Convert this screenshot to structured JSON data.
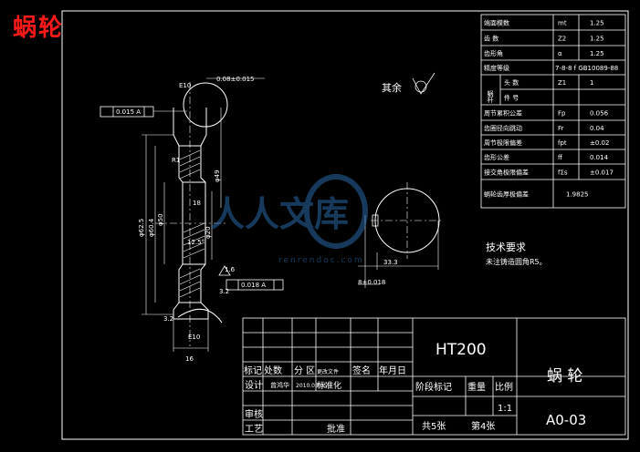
{
  "corner_title": "蜗轮",
  "params": [
    {
      "name": "端面模数",
      "sym": "mt",
      "val": "1.25"
    },
    {
      "name": "齿  数",
      "sym": "Z2",
      "val": "1.25"
    },
    {
      "name": "齿形角",
      "sym": "α",
      "val": "1.25"
    },
    {
      "name": "精度等级",
      "sym": "",
      "val": "7-8-8 f GB10089-88"
    },
    {
      "name": "头  数",
      "sym": "Z1",
      "val": "1",
      "group": "蜗杆"
    },
    {
      "name": "件  号",
      "sym": "",
      "val": ""
    },
    {
      "name": "周节累积公差",
      "sym": "Fp",
      "val": "0.056"
    },
    {
      "name": "齿圈径向跳动",
      "sym": "Fr",
      "val": "0.04"
    },
    {
      "name": "周节极限偏差",
      "sym": "fpt",
      "val": "±0.02"
    },
    {
      "name": "齿形公差",
      "sym": "ff",
      "val": "0.014"
    },
    {
      "name": "接交角极限偏差",
      "sym": "fΣs",
      "val": "±0.017"
    },
    {
      "name": "蜗轮齿厚极偏差",
      "sym": "",
      "val": "1.9825"
    }
  ],
  "worm_group_label": "蜗杆",
  "roughness_note": "其余",
  "tech": {
    "title": "技术要求",
    "line1": "未注铸造圆角R5。"
  },
  "material": "HT200",
  "part_name": "蜗  轮",
  "drawing_no": "A0-03",
  "scale_label": "比例",
  "scale": "1:1",
  "stage_label": "阶段标记",
  "weight_label": "重量",
  "sheets_total": "共5张",
  "sheet_no": "第4张",
  "tb_rows": {
    "r1": [
      "标记",
      "处数",
      "分 区",
      "更改文件",
      "签名",
      "年月日"
    ],
    "design": "设计",
    "designer": "曾鸿华",
    "date": "2010.03.05",
    "standardize": "标准化",
    "review": "审核",
    "process": "工艺",
    "approve": "批准"
  },
  "dims": {
    "top_tol": "0.08±0.015",
    "e10_top": "E10",
    "e10_bot": "E10",
    "ftol_top": "0.015 A",
    "ftol_bot": "0.018 A",
    "dia_hub": "φ60.4",
    "dia_root": "φ49",
    "dia_out": "φ62.5",
    "dia_pitch": "φ50",
    "dia_bore": "φ20",
    "r_dim": "R1",
    "center_gap": "18",
    "angle": "12.5°",
    "bottom_w": "16",
    "h33": "33.3",
    "kw": "8±0.018",
    "rough_a": "3.2",
    "rough_b": "3.2",
    "rough_c": "1.6",
    "datum": "A"
  },
  "watermark": {
    "text": "人人文库",
    "sub": "renrendoc.com"
  }
}
